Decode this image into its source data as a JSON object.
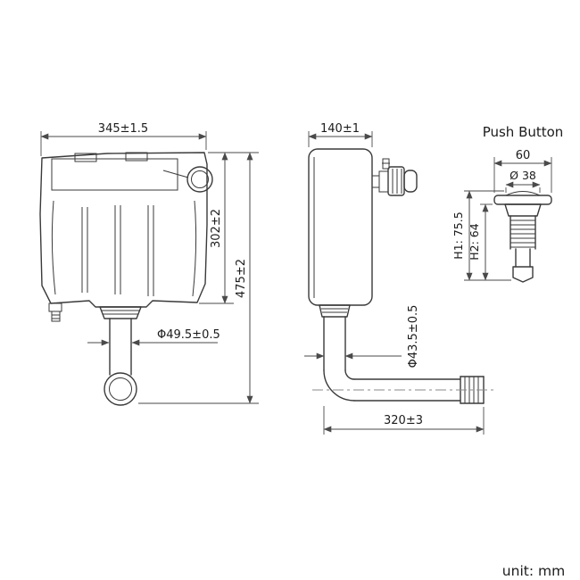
{
  "views": {
    "front": {
      "width_dim": "345±1.5",
      "tank_height_dim": "302±2",
      "total_height_dim": "475±2",
      "outlet_diameter_dim": "Φ49.5±0.5"
    },
    "side": {
      "depth_dim": "140±1",
      "pipe_diameter_dim": "Φ43.5±0.5",
      "pipe_length_dim": "320±3"
    },
    "push_button": {
      "title": "Push Button",
      "width_dim": "60",
      "cap_diameter_dim": "Ø 38",
      "height1_dim": "H1: 75.5",
      "height2_dim": "H2: 64"
    }
  },
  "footer": {
    "unit_label": "unit: mm"
  }
}
